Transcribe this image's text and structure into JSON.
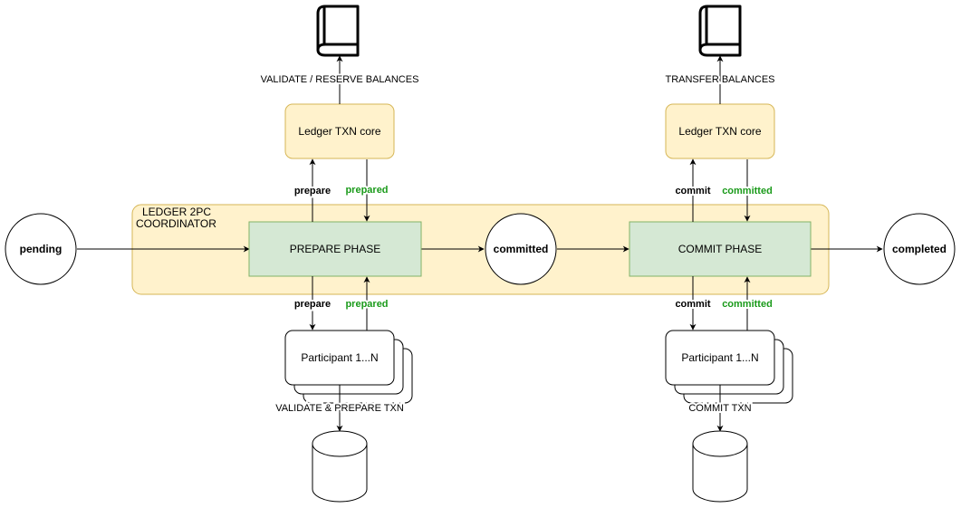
{
  "colors": {
    "coordinator_fill": "#fff2cc",
    "coordinator_stroke": "#d6b656",
    "phase_fill": "#d5e8d4",
    "phase_stroke": "#82b366",
    "ledger_fill": "#fff2cc",
    "ledger_stroke": "#d6b656",
    "ack_green": "#1a9a1a"
  },
  "coordinator": {
    "label_line1": "LEDGER 2PC",
    "label_line2": "COORDINATOR"
  },
  "states": {
    "pending": "pending",
    "committed": "committed",
    "completed": "completed"
  },
  "phases": {
    "prepare": "PREPARE PHASE",
    "commit": "COMMIT PHASE"
  },
  "ledger": {
    "left": "Ledger TXN core",
    "right": "Ledger TXN core",
    "left_action": "VALIDATE / RESERVE BALANCES",
    "right_action": "TRANSFER BALANCES"
  },
  "participants": {
    "left": "Participant 1...N",
    "right": "Participant 1...N",
    "left_action": "VALIDATE & PREPARE TXN",
    "right_action": "COMMIT TXN"
  },
  "edge_labels": {
    "prepare_up": "prepare",
    "prepared_up": "prepared",
    "commit_up": "commit",
    "committed_up": "committed",
    "prepare_down": "prepare",
    "prepared_down": "prepared",
    "commit_down": "commit",
    "committed_down": "committed"
  },
  "icons": {
    "ledger_book": "book-icon",
    "database": "database-icon"
  }
}
